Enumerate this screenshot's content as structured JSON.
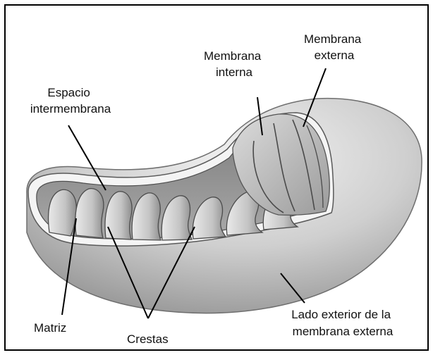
{
  "labels": {
    "espacio": [
      "Espacio",
      "intermembrana"
    ],
    "membrana_interna": [
      "Membrana",
      "interna"
    ],
    "membrana_externa": [
      "Membrana",
      "externa"
    ],
    "matriz": "Matriz",
    "crestas": "Crestas",
    "lado_exterior": [
      "Lado exterior de la",
      "membrana externa"
    ]
  }
}
